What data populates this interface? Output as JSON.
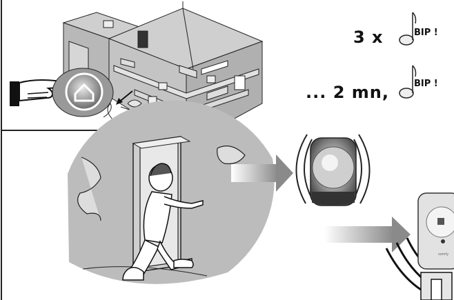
{
  "instructions": {
    "beep_count_label": "3 x",
    "beep_label": "BIP !",
    "delay_label": "... 2 mn,",
    "beep_label_2": "BIP !"
  },
  "device": {
    "brand_label": "somfy"
  },
  "colors": {
    "ink": "#111111",
    "house_wall": "#b8b8b8",
    "house_roof": "#cfcfcf",
    "circle_bg": "#bdbdbd",
    "siren": "#777777",
    "arrow_gradient_start": "#ffffff",
    "arrow_gradient_end": "#8a8a8a"
  },
  "icons": [
    "hand-pointer-icon",
    "home-button-icon",
    "music-note-icon",
    "siren-icon",
    "arrow-icon"
  ]
}
